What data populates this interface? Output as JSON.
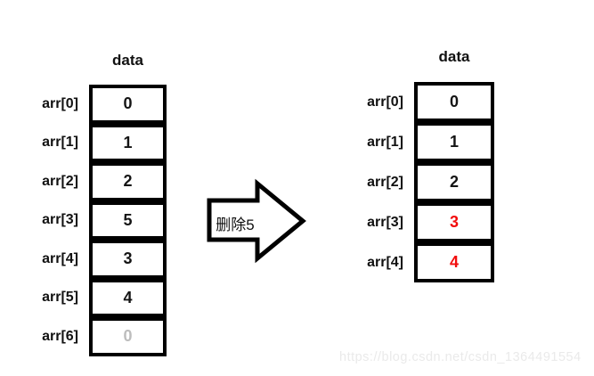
{
  "left_array": {
    "header": "data",
    "rows": [
      {
        "label": "arr[0]",
        "value": "0",
        "state": "normal"
      },
      {
        "label": "arr[1]",
        "value": "1",
        "state": "normal"
      },
      {
        "label": "arr[2]",
        "value": "2",
        "state": "normal"
      },
      {
        "label": "arr[3]",
        "value": "5",
        "state": "normal"
      },
      {
        "label": "arr[4]",
        "value": "3",
        "state": "normal"
      },
      {
        "label": "arr[5]",
        "value": "4",
        "state": "normal"
      },
      {
        "label": "arr[6]",
        "value": "0",
        "state": "ghost"
      }
    ]
  },
  "arrow": {
    "label": "删除5"
  },
  "right_array": {
    "header": "data",
    "rows": [
      {
        "label": "arr[0]",
        "value": "0",
        "state": "normal"
      },
      {
        "label": "arr[1]",
        "value": "1",
        "state": "normal"
      },
      {
        "label": "arr[2]",
        "value": "2",
        "state": "normal"
      },
      {
        "label": "arr[3]",
        "value": "3",
        "state": "moved"
      },
      {
        "label": "arr[4]",
        "value": "4",
        "state": "moved"
      }
    ]
  },
  "watermark": {
    "text": "https://blog.csdn.net/csdn_1364491554"
  },
  "colors": {
    "border": "#000000",
    "value_normal": "#141414",
    "value_moved": "#f20c0c",
    "value_ghost": "#bdbdbd",
    "watermark": "#eaeaea"
  }
}
